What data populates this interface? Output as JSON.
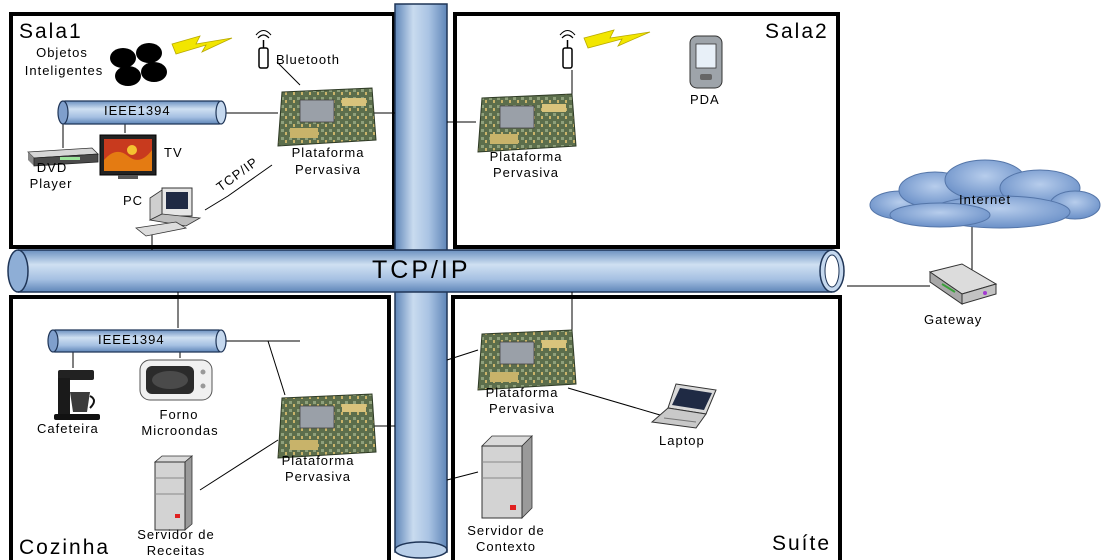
{
  "rooms": {
    "sala1": "Sala1",
    "sala2": "Sala2",
    "cozinha": "Cozinha",
    "suite": "Suíte"
  },
  "network": {
    "backbone": "TCP/IP",
    "ieee_a": "IEEE1394",
    "ieee_b": "IEEE1394",
    "tcpip_link": "TCP/IP",
    "internet": "Internet",
    "gateway": "Gateway"
  },
  "devices": {
    "objetos_line1": "Objetos",
    "objetos_line2": "Inteligentes",
    "bluetooth": "Bluetooth",
    "dvd_line1": "DVD",
    "dvd_line2": "Player",
    "tv": "TV",
    "pc": "PC",
    "plat1_line1": "Plataforma",
    "plat1_line2": "Pervasiva",
    "plat2_line1": "Plataforma",
    "plat2_line2": "Pervasiva",
    "plat3_line1": "Plataforma",
    "plat3_line2": "Pervasiva",
    "plat4_line1": "Plataforma",
    "plat4_line2": "Pervasiva",
    "pda": "PDA",
    "cafeteira": "Cafeteira",
    "forno_line1": "Forno",
    "forno_line2": "Microondas",
    "servidor_receitas_line1": "Servidor de",
    "servidor_receitas_line2": "Receitas",
    "laptop": "Laptop",
    "servidor_contexto_line1": "Servidor de",
    "servidor_contexto_line2": "Contexto"
  },
  "colors": {
    "pipe": "#a8c4e4",
    "pipe_dark": "#6f93c0",
    "cloud": "#7b9fd0",
    "lightning": "#f2e600",
    "board": "#5b7a4a"
  }
}
